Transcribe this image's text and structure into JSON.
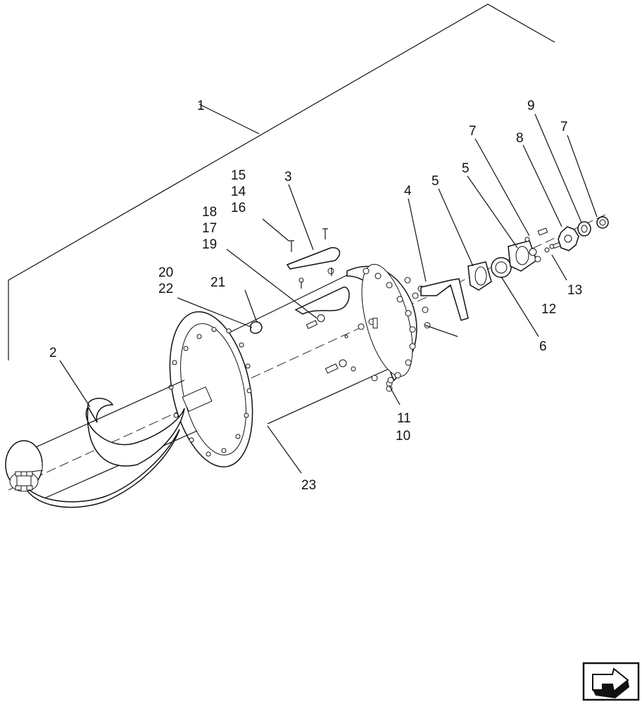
{
  "callouts": [
    {
      "id": "c1",
      "text": "1"
    },
    {
      "id": "c2",
      "text": "2"
    },
    {
      "id": "c3",
      "text": "3"
    },
    {
      "id": "c4",
      "text": "4"
    },
    {
      "id": "c5a",
      "text": "5"
    },
    {
      "id": "c5b",
      "text": "5"
    },
    {
      "id": "c6",
      "text": "6"
    },
    {
      "id": "c7a",
      "text": "7"
    },
    {
      "id": "c7b",
      "text": "7"
    },
    {
      "id": "c8",
      "text": "8"
    },
    {
      "id": "c9",
      "text": "9"
    },
    {
      "id": "c10",
      "text": "10"
    },
    {
      "id": "c11",
      "text": "11"
    },
    {
      "id": "c12",
      "text": "12"
    },
    {
      "id": "c13",
      "text": "13"
    },
    {
      "id": "c14",
      "text": "14"
    },
    {
      "id": "c15",
      "text": "15"
    },
    {
      "id": "c16",
      "text": "16"
    },
    {
      "id": "c17",
      "text": "17"
    },
    {
      "id": "c18",
      "text": "18"
    },
    {
      "id": "c19",
      "text": "19"
    },
    {
      "id": "c20",
      "text": "20"
    },
    {
      "id": "c21",
      "text": "21"
    },
    {
      "id": "c22",
      "text": "22"
    },
    {
      "id": "c23",
      "text": "23"
    }
  ],
  "nav": {
    "icon": "next-page-arrow-icon"
  },
  "colors": {
    "line": "#111111",
    "background": "#ffffff"
  }
}
